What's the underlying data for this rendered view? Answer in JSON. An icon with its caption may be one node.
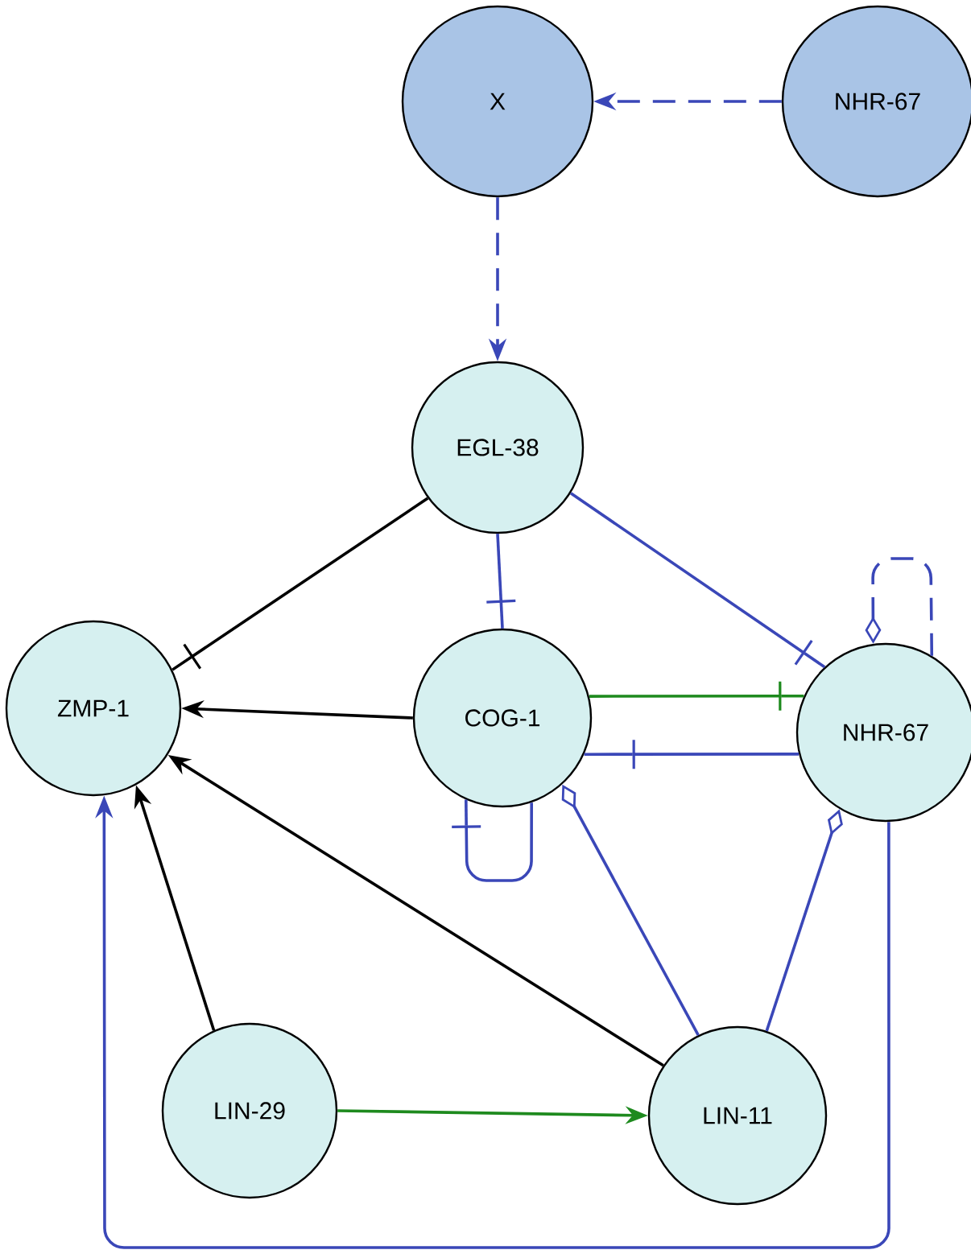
{
  "diagram": {
    "nodes": [
      {
        "text": [
          "X"
        ]
      },
      {
        "text": [
          "NHR-67"
        ]
      },
      {
        "text": [
          "EGL-38"
        ]
      },
      {
        "text": [
          "ZMP-1"
        ]
      },
      {
        "text": [
          "COG-1"
        ]
      },
      {
        "text": [
          "NHR-67"
        ]
      },
      {
        "text": [
          "LIN-29"
        ]
      },
      {
        "text": [
          "LIN-11"
        ]
      }
    ],
    "edges": [
      {
        "from": 1,
        "to": 0,
        "arrow": "to",
        "style": "dashed"
      },
      {
        "from": 0,
        "to": 2,
        "arrow": "to",
        "style": "dashed"
      },
      {
        "from": 2,
        "to": 3,
        "arrow": "other",
        "color": "#000000"
      },
      {
        "from": 2,
        "to": 4,
        "arrow": "other"
      },
      {
        "from": 2,
        "to": 5,
        "arrow": "other"
      },
      {
        "from": 4,
        "to": 3,
        "arrow": "to",
        "color": "#000000"
      },
      {
        "from": 4,
        "to": 5,
        "arrow": "other",
        "color": "#1e8a1e"
      },
      {
        "from": 5,
        "to": 4,
        "arrow": "other"
      },
      {
        "from": 4,
        "to": 4,
        "arrow": "other"
      },
      {
        "from": 5,
        "to": 5,
        "arrow": "other",
        "style": "dashed"
      },
      {
        "from": 7,
        "to": 4,
        "arrow": "other"
      },
      {
        "from": 7,
        "to": 5,
        "arrow": "other"
      },
      {
        "from": 7,
        "to": 3,
        "arrow": "to",
        "color": "#000000"
      },
      {
        "from": 6,
        "to": 3,
        "arrow": "to",
        "color": "#000000"
      },
      {
        "from": 6,
        "to": 7,
        "arrow": "to",
        "color": "#1e8a1e"
      },
      {
        "from": 5,
        "to": 3,
        "arrow": "to"
      }
    ]
  }
}
